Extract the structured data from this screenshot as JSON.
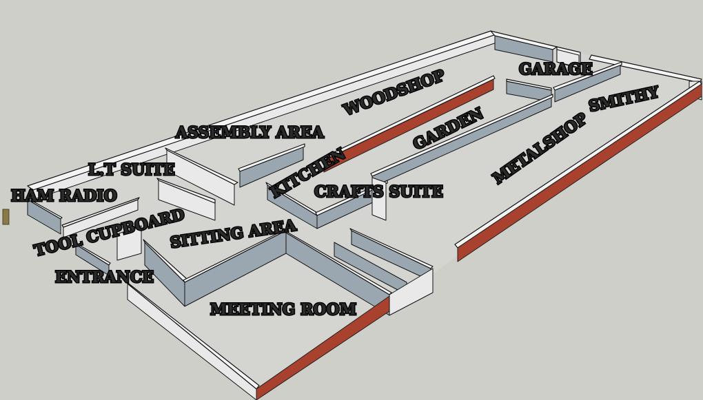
{
  "rooms": {
    "woodshop": "WOODSHOP",
    "garage": "GARAGE",
    "smithy": "SMITHY",
    "garden": "GARDEN",
    "assembly_area": "ASSEMBLY AREA",
    "metalshop": "METALSHOP",
    "lt_suite": "L.T SUITE",
    "kitchen": "KITCHEN",
    "crafts_suite": "CRAFTS SUITE",
    "ham_radio": "HAM RADIO",
    "tool_cupboard": "TOOL CUPBOARD",
    "sitting_area": "SITTING AREA",
    "entrance": "ENTRANCE",
    "meeting_room": "MEETING ROOM"
  },
  "colors": {
    "background": "#cfcfca",
    "wall_top": "#f4f4f4",
    "wall_side": "#9aa6b0",
    "brick": "#a8412e"
  }
}
